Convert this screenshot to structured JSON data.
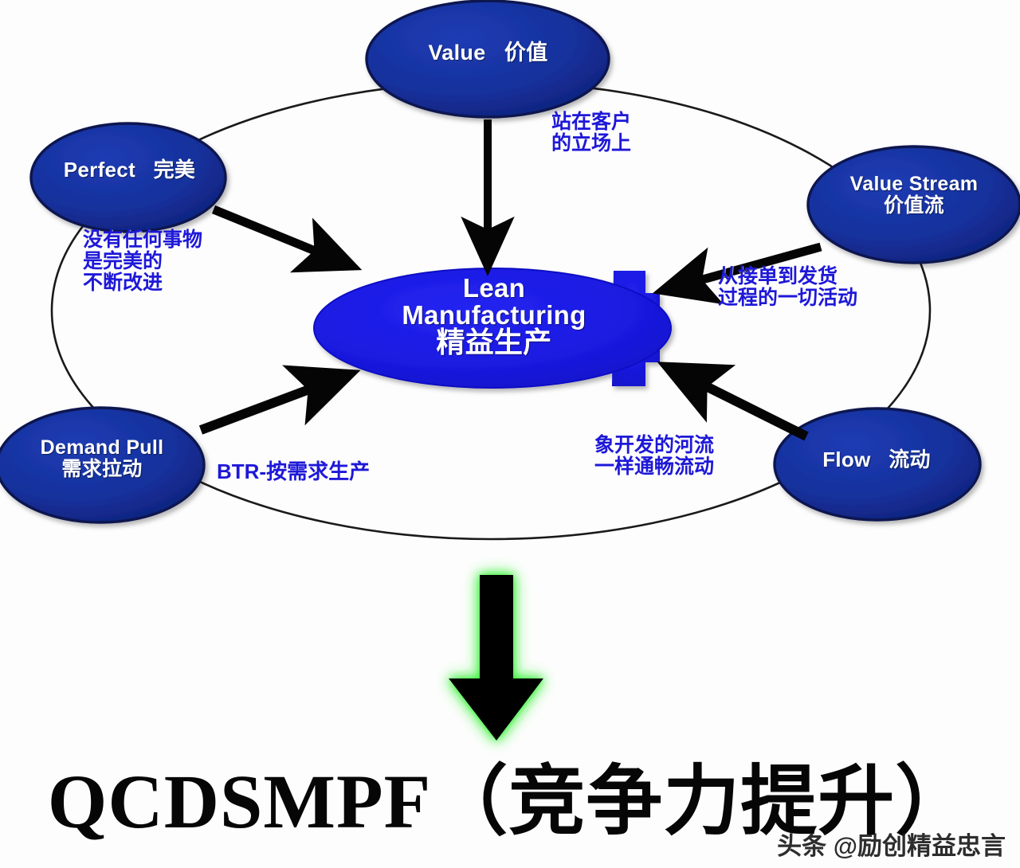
{
  "diagram": {
    "title": "Lean Manufacturing five principles wheel",
    "colors": {
      "outer_node_fill": "#16309b",
      "outer_node_stroke": "#0b1550",
      "center_node_fill": "#1a1ae0",
      "node_text": "#ffffff",
      "annotation_text": "#1e18d8",
      "arrow": "#000000",
      "ring_stroke": "#1a1a1a",
      "down_arrow_fill": "#050505",
      "down_arrow_glow": "#2ef02e",
      "footer_text": "#060606",
      "background": "#fdfdfd"
    },
    "center_node": {
      "en_line1": "Lean",
      "en_line2": "Manufacturing",
      "cn": "精益生产"
    },
    "nodes": [
      {
        "id": "value",
        "en": "Value",
        "cn": "价值"
      },
      {
        "id": "perfect",
        "en": "Perfect",
        "cn": "完美"
      },
      {
        "id": "value-stream",
        "en": "Value Stream",
        "cn": "价值流"
      },
      {
        "id": "demand-pull",
        "en": "Demand Pull",
        "cn": "需求拉动"
      },
      {
        "id": "flow",
        "en": "Flow",
        "cn": "流动"
      }
    ],
    "annotations": [
      {
        "id": "value",
        "lines": [
          "站在客户",
          "的立场上"
        ]
      },
      {
        "id": "perfect",
        "lines": [
          "没有任何事物",
          "是完美的",
          "不断改进"
        ]
      },
      {
        "id": "value-stream",
        "lines": [
          "从接单到发货",
          "过程的一切活动"
        ]
      },
      {
        "id": "demand-pull",
        "lines": [
          "BTR-按需求生产"
        ]
      },
      {
        "id": "flow",
        "lines": [
          "象开发的河流",
          "一样通畅流动"
        ]
      }
    ],
    "footer": {
      "acronym": "QCDSMPF",
      "cn": "（竞争力提升）",
      "full": "QCDSMPF（竞争力提升）"
    },
    "watermark": "头条 @励创精益忠言"
  }
}
